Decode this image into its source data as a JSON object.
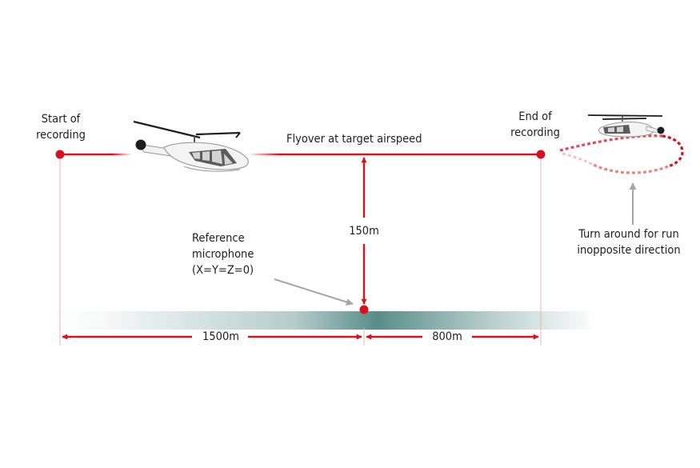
{
  "labels": {
    "start_line1": "Start of",
    "start_line2": "recording",
    "end_line1": "End of",
    "end_line2": "recording",
    "flyover": "Flyover at target airspeed",
    "altitude": "150m",
    "mic_line1": "Reference",
    "mic_line2": "microphone",
    "mic_line3": "(X=Y=Z=0)",
    "dist_left": "1500m",
    "dist_right": "800m",
    "turn_line1": "Turn around for run",
    "turn_line2": "inopposite direction"
  },
  "colors": {
    "accent_red": "#d6121f",
    "ground_teal": "#5a8f8a",
    "helicopter_body": "#f2f2f2",
    "helicopter_outline": "#9a9a9a",
    "arrow_gray": "#a6a6a6",
    "guide_line": "#f0b3a8"
  }
}
